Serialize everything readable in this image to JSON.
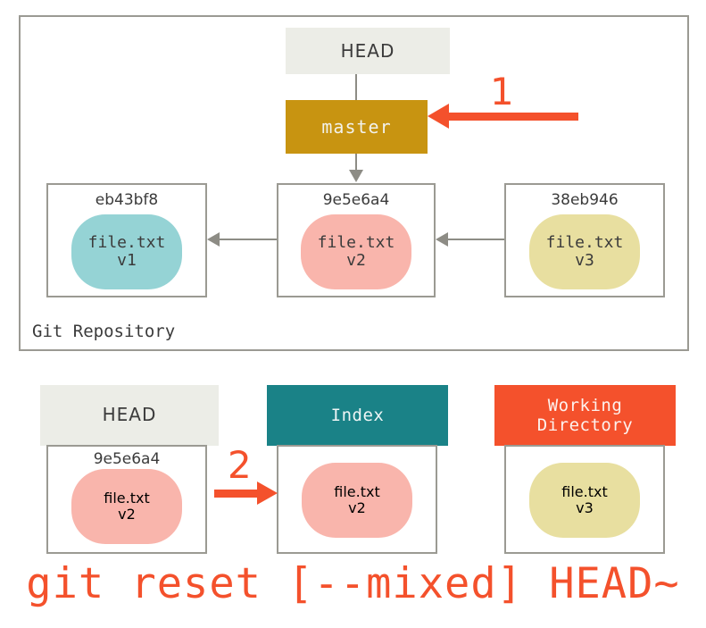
{
  "diagram": {
    "title_caption": "git reset [--mixed] HEAD~",
    "colors": {
      "accent_red": "#F4512C",
      "branch_gold": "#C89411",
      "index_teal": "#1A8287",
      "head_gray": "#ECEDE7",
      "blob_v1_teal": "#95D3D5",
      "blob_v2_pink": "#F9B5AC",
      "blob_v3_yellow": "#E8DFA0",
      "line_gray": "#8d8c85",
      "border_gray": "#9b9a93"
    }
  },
  "repository": {
    "label": "Git Repository",
    "head_pointer": {
      "label": "HEAD"
    },
    "branch": {
      "label": "master"
    },
    "commits": [
      {
        "sha": "eb43bf8",
        "file": "file.txt",
        "version": "v1",
        "blob_color_key": "blob_v1_teal"
      },
      {
        "sha": "9e5e6a4",
        "file": "file.txt",
        "version": "v2",
        "blob_color_key": "blob_v2_pink"
      },
      {
        "sha": "38eb946",
        "file": "file.txt",
        "version": "v3",
        "blob_color_key": "blob_v3_yellow"
      }
    ]
  },
  "callouts": [
    {
      "number": "1",
      "direction": "left",
      "target": "master-branch"
    },
    {
      "number": "2",
      "direction": "right",
      "target": "index"
    }
  ],
  "areas": [
    {
      "name": "HEAD",
      "header_label": "HEAD",
      "header_line2": "",
      "sha": "9e5e6a4",
      "file": "file.txt",
      "version": "v2",
      "blob_color_key": "blob_v2_pink"
    },
    {
      "name": "Index",
      "header_label": "Index",
      "header_line2": "",
      "sha": "",
      "file": "file.txt",
      "version": "v2",
      "blob_color_key": "blob_v2_pink"
    },
    {
      "name": "Working Directory",
      "header_label": "Working",
      "header_line2": "Directory",
      "sha": "",
      "file": "file.txt",
      "version": "v3",
      "blob_color_key": "blob_v3_yellow"
    }
  ]
}
